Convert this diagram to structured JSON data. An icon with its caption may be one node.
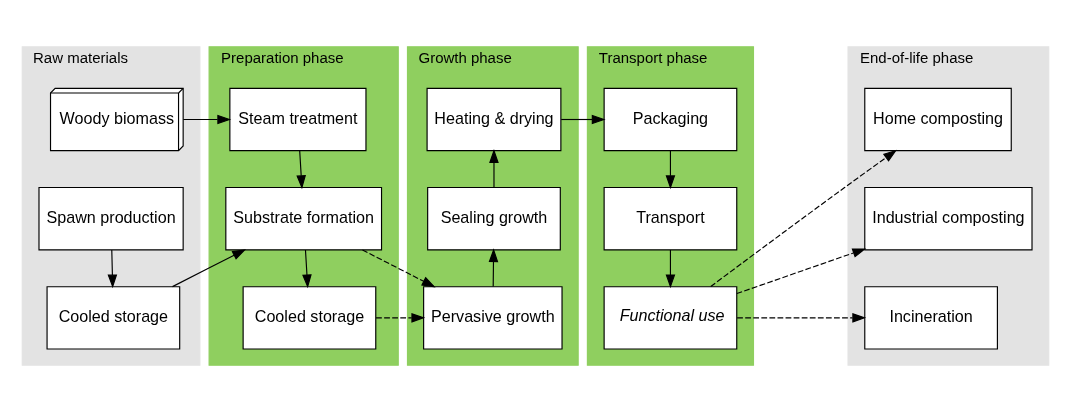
{
  "diagram": {
    "nodes": [
      {
        "text": [
          "Raw materials"
        ]
      },
      {
        "text": [
          "Woody biomass"
        ],
        "in": 0
      },
      {
        "text": [
          "Spawn production"
        ],
        "in": 0
      },
      {
        "text": [
          "Cooled storage"
        ],
        "in": 0
      },
      {
        "text": [
          "Preparation phase"
        ]
      },
      {
        "text": [
          "Steam treatment"
        ],
        "in": 4
      },
      {
        "text": [
          "Substrate formation"
        ],
        "in": 4
      },
      {
        "text": [
          "Cooled storage"
        ],
        "in": 4
      },
      {
        "text": [
          "Growth phase"
        ]
      },
      {
        "text": [
          "Heating & drying"
        ],
        "in": 8
      },
      {
        "text": [
          "Sealing growth"
        ],
        "in": 8
      },
      {
        "text": [
          "Pervasive growth"
        ],
        "in": 8
      },
      {
        "text": [
          "Transport phase"
        ]
      },
      {
        "text": [
          "Packaging"
        ],
        "in": 12
      },
      {
        "text": [
          "Transport"
        ],
        "in": 12
      },
      {
        "text": [
          "Functional use"
        ],
        "in": 12
      },
      {
        "text": [
          "End-of-life phase"
        ]
      },
      {
        "text": [
          "Home composting"
        ],
        "in": 16
      },
      {
        "text": [
          "Industrial composting"
        ],
        "in": 16
      },
      {
        "text": [
          "Incineration"
        ],
        "in": 16
      }
    ],
    "edges": [
      {
        "from": 1,
        "to": 5,
        "arrow": "to"
      },
      {
        "from": 2,
        "to": 3,
        "arrow": "to"
      },
      {
        "from": 3,
        "to": 6,
        "arrow": "to"
      },
      {
        "from": 5,
        "to": 6,
        "arrow": "to"
      },
      {
        "from": 6,
        "to": 7,
        "arrow": "to"
      },
      {
        "from": 6,
        "to": 11,
        "arrow": "to",
        "style": "dashed"
      },
      {
        "from": 7,
        "to": 11,
        "arrow": "to",
        "style": "dashed"
      },
      {
        "from": 11,
        "to": 10,
        "arrow": "to"
      },
      {
        "from": 10,
        "to": 9,
        "arrow": "to"
      },
      {
        "from": 9,
        "to": 13,
        "arrow": "to"
      },
      {
        "from": 13,
        "to": 14,
        "arrow": "to"
      },
      {
        "from": 14,
        "to": 15,
        "arrow": "to"
      },
      {
        "from": 15,
        "to": 17,
        "arrow": "to",
        "style": "dashed"
      },
      {
        "from": 15,
        "to": 18,
        "arrow": "to",
        "style": "dashed"
      },
      {
        "from": 15,
        "to": 19,
        "arrow": "to",
        "style": "dashed"
      }
    ]
  }
}
